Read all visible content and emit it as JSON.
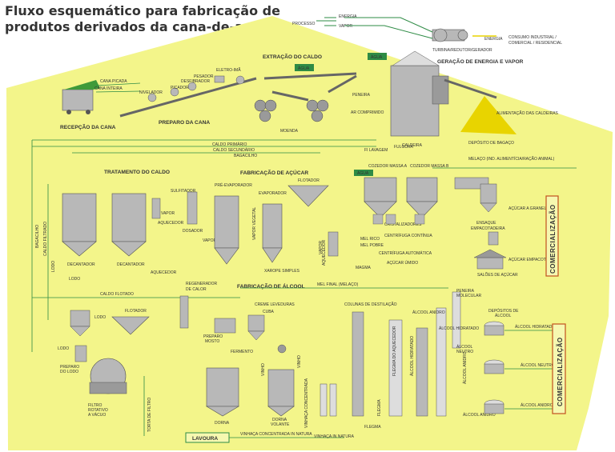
{
  "title": {
    "line1": "Fluxo esquemático para fabricação de",
    "line2": "produtos derivados da cana-de-açúcar"
  },
  "colors": {
    "background": "#f3f58a",
    "flow_line": "#2e8b45",
    "equipment": "#b8b8b8",
    "bagasse": "#e8d400",
    "comercializacao_border": "#c2501e"
  },
  "legend": {
    "processo": "PROCESSO",
    "energia": "ENERGIA",
    "vapor": "VAPOR"
  },
  "sections": {
    "extracao": "EXTRAÇÃO DO CALDO",
    "geracao": "GERAÇÃO DE ENERGIA E VAPOR",
    "recepcao": "RECEPÇÃO DA CANA",
    "preparo": "PREPARO DA CANA",
    "tratamento": "TRATAMENTO DO CALDO",
    "acucar": "FABRICAÇÃO DE AÇÚCAR",
    "alcool": "FABRICAÇÃO DE ÁLCOOL"
  },
  "labels": {
    "turbina": "TURBINA/REDUTOR/GERADOR",
    "consumo": "CONSUMO INDUSTRIAL /",
    "consumo2": "COMERCIAL / RESIDENCIAL",
    "energia": "ENERGIA",
    "agua": "ÁGUA",
    "agua2": "ÁGUA",
    "agua3": "ÁGUA",
    "cana_picada": "CANA PICADA",
    "cana_inteira": "CANA INTEIRA",
    "nivelador": "NIVELADOR",
    "picador": "PICADOR",
    "desfibrador": "DESFIBRADOR",
    "pesador": "PESADOR",
    "eletroima": "ELETRO-IMÃ",
    "moenda": "MOENDA",
    "peneira": "PENEIRA",
    "ar_comprimido": "AR COMPRIMIDO",
    "caldeira": "CALDEIRA",
    "alimentacao": "ALIMENTAÇÃO DAS CALDEIRAS",
    "deposito_bagaco": "DEPÓSITO DE BAGAÇO",
    "caldo_primario": "CALDO PRIMÁRIO",
    "caldo_secundario": "CALDO SECUNDÁRIO",
    "bagacilho": "BAGACILHO",
    "bagacilho2": "BAGACILHO",
    "caldo_filtrado": "CALDO FILTRADO",
    "lodo": "LODO",
    "lodo2": "LODO",
    "lodo3": "LODO",
    "lodo4": "LODO",
    "decantador": "DECANTADOR",
    "decantador2": "DECANTADOR",
    "aquecedor": "AQUECEDOR",
    "aquecedor2": "AQUECEDOR",
    "aquecedor3": "AQUECEDOR",
    "sulfitador": "SULFITADOR",
    "dosador": "DOSADOR",
    "vapor": "VAPOR",
    "vapor2": "VAPOR",
    "vapor3": "VAPOR",
    "pre_evaporador": "PRÉ-EVAPORADOR",
    "evaporador": "EVAPORADOR",
    "vapor_vegetal": "VAPOR VEGETAL",
    "flotador": "FLOTADOR",
    "flotador2": "FLOTADOR",
    "xarope_simples": "XAROPE SIMPLES",
    "cozedor_a": "COZEDOR MASSA A",
    "cozedor_b": "COZEDOR MASSA B",
    "fi_lavagem": "FI LAVAGEM",
    "fulgura": "FULGURA",
    "cristalizadores": "CRISTALIZADORES",
    "centrifuga": "CENTRÍFUGA CONTÍNUA",
    "centrifuga_auto": "CENTRÍFUGA AUTOMÁTICA",
    "mel_rico": "MEL RICO",
    "mel_pobre": "MEL POBRE",
    "magma": "MAGMA",
    "acucar_umido": "AÇÚCAR ÚMIDO",
    "melaco": "MELAÇO (IND. ALIMENTÍCIA/RAÇÃO ANIMAL)",
    "acucar_granel": "AÇÚCAR A GRANEL",
    "ensaque": "ENSAQUE",
    "empacotadeira": "EMPACOTADEIRA",
    "acucar_empacotado": "AÇÚCAR EMPACOTADO",
    "saloes": "SALÕES DE AÇÚCAR",
    "comercializacao1": "COMERCIALIZAÇÃO",
    "comercializacao2": "COMERCIALIZAÇÃO",
    "caldo_flotado": "CALDO FLOTADO",
    "regenerador": "REGENERADOR",
    "regenerador2": "DE CALOR",
    "mel_final": "MEL FINAL (MELAÇO)",
    "preparo_lodo": "PREPARO",
    "preparo_lodo2": "DO LODO",
    "filtro": "FILTRO",
    "filtro2": "ROTATIVO",
    "filtro3": "A VÁCUO",
    "torta": "TORTA DE FILTRO",
    "lavoura": "LAVOURA",
    "vinhaca_conc_natura": "VINHAÇA CONCENTRADA IN NATURA",
    "vinhaca_natura": "VINHAÇA IN NATURA",
    "vinhaca_concentrada": "VINHAÇA CONCENTRADA",
    "vinhaca_conc2": "VINHAÇA CONCENTRADA",
    "creme_leveduras": "CREME LEVEDURAS",
    "cuba": "CUBA",
    "preparo_mosto": "PREPARO",
    "preparo_mosto2": "MOSTO",
    "fermento": "FERMENTO",
    "vinho": "VINHO",
    "vinho2": "VINHO",
    "dorna": "DORNA",
    "dorna_volante": "DORNA",
    "dorna_volante2": "VOLANTE",
    "colunas": "COLUNAS DE DESTILAÇÃO",
    "peneira_molecular": "PENEIRA",
    "peneira_molecular2": "MOLECULAR",
    "alcool_hidratado": "ÁLCOOL HIDRATADO",
    "alcool_hidratado2": "ÁLCOOL HIDRATADO",
    "alcool_hidratado3": "ÁLCOOL HIDRATADO",
    "alcool_anidro": "ÁLCOOL ANIDRO",
    "alcool_anidro2": "ÁLCOOL ANIDRO",
    "alcool_anidro3": "ÁLCOOL ANIDRO",
    "alcool_neutro": "ÁLCOOL",
    "alcool_neutro2": "NEUTRO",
    "alcool_neutro3": "ÁLCOOL NEUTRO",
    "depositos": "DEPÓSITOS DE",
    "depositos2": "ÁLCOOL",
    "flegma": "FLEGMA",
    "flegma2": "FLEGMA",
    "flegma_aquecimento": "FLEGMA DO AQUECEDOR"
  }
}
